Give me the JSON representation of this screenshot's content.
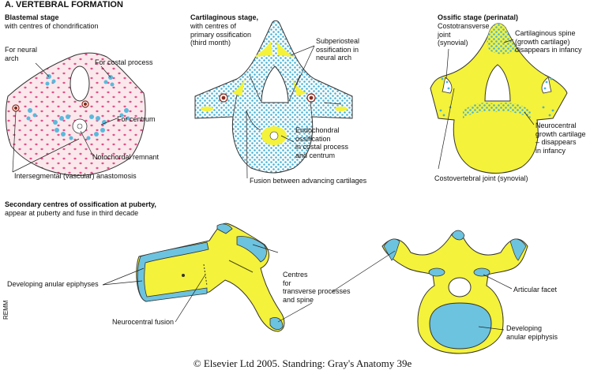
{
  "main_title": "A. VERTEBRAL FORMATION",
  "blastemal": {
    "title": "Blastemal stage",
    "subtitle": "with centres of chondrification",
    "labels": {
      "neural_arch": "For neural\narch",
      "costal_process": "For costal process",
      "centrum": "For centrum",
      "notochordal": "Notochordal remnant",
      "intersegmental": "Intersegmental (vascular) anastomosis"
    }
  },
  "cartilaginous": {
    "title": "Cartilaginous stage,",
    "subtitle": "with centres of\nprimary ossification\n(third month)",
    "labels": {
      "subperiosteal": "Subperiosteal\nossification in\nneural arch",
      "endochondral": "Endochondral\nossification\nin costal process\nand centrum",
      "fusion": "Fusion between advancing cartilages"
    }
  },
  "ossific": {
    "title": "Ossific stage (perinatal)",
    "labels": {
      "costotransverse": "Costotransverse\njoint\n(synovial)",
      "spine": "Cartilaginous spine\n(growth cartilage)\ndisappears in infancy",
      "neurocentral": "Neurocentral\ngrowth cartilage\n– disappears\nin infancy",
      "costovertebral": "Costovertebral joint (synovial)"
    }
  },
  "secondary": {
    "title": "Secondary centres of ossification at puberty,",
    "subtitle": "appear at puberty and fuse in third decade",
    "labels": {
      "anular": "Developing anular epiphyses",
      "neurocentral_fusion": "Neurocentral fusion",
      "centres": "Centres\nfor\ntransverse processes\nand spine",
      "articular": "Articular facet",
      "developing": "Developing\nanular epiphysis"
    }
  },
  "signature": "REMM",
  "copyright": "© Elsevier Ltd 2005. Standring: Gray's Anatomy 39e",
  "colors": {
    "bone": "#f4f23a",
    "cartilage": "#6cc3df",
    "blastema": "#fbe8ec",
    "dots": "#e3528a"
  }
}
